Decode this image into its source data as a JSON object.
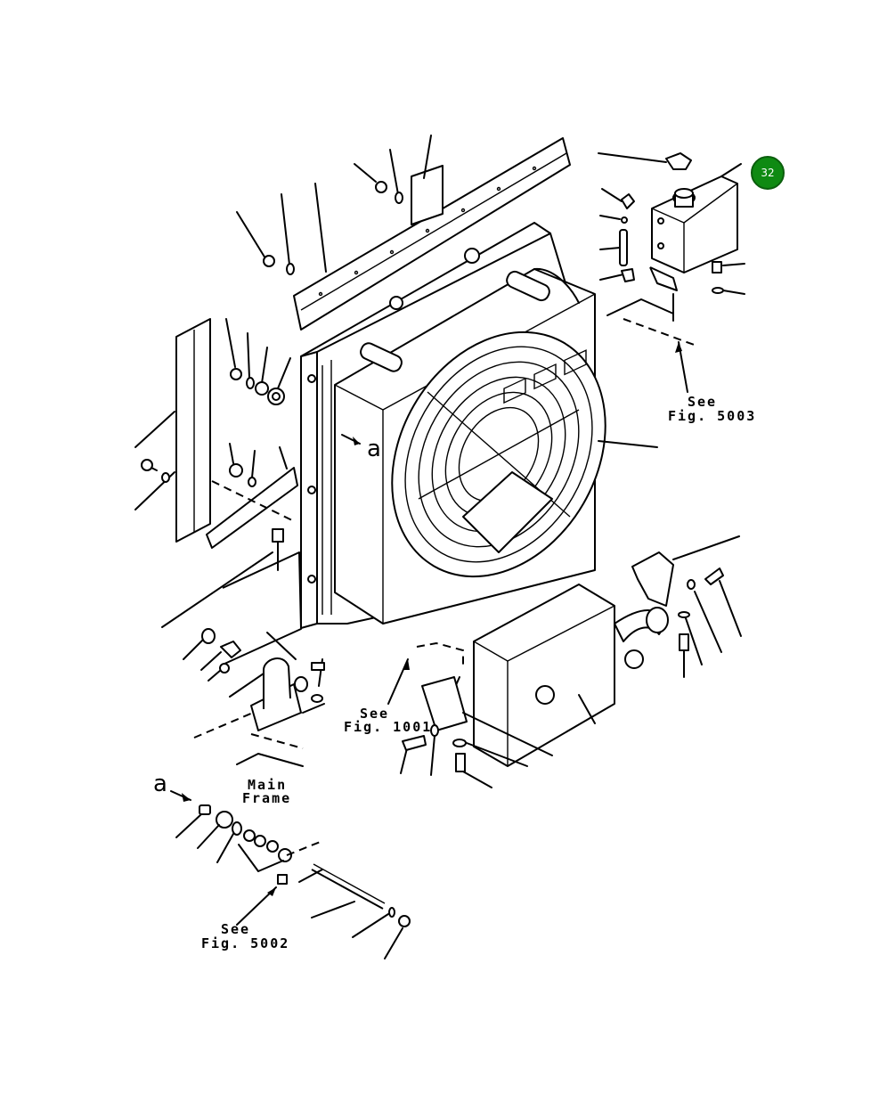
{
  "badge": {
    "number": "32",
    "color": "#0f8a12"
  },
  "labels": {
    "see_5003_line1": "See",
    "see_5003_line2": "Fig. 5003",
    "see_1001_line1": "See",
    "see_1001_line2": "Fig. 1001",
    "see_5002_line1": "See",
    "see_5002_line2": "Fig. 5002",
    "main_frame_line1": "Main",
    "main_frame_line2": "Frame",
    "ref_a_upper": "a",
    "ref_a_lower": "a"
  }
}
